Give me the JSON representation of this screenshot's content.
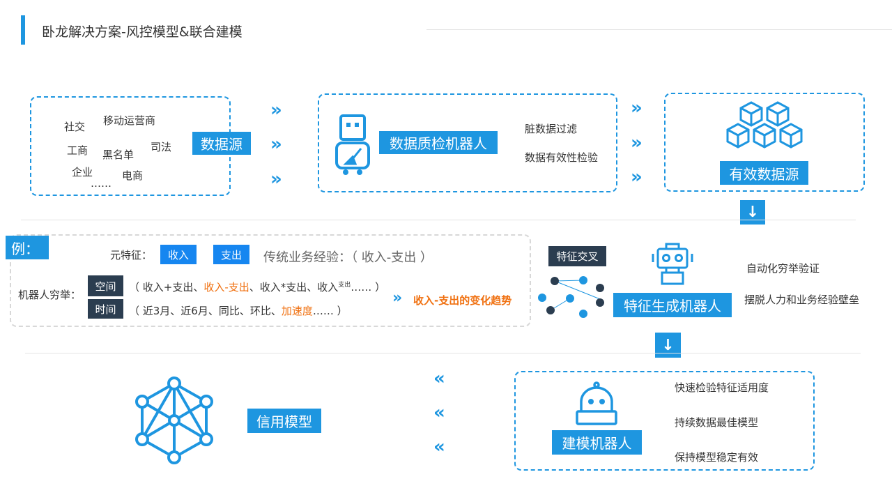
{
  "title": "卧龙解决方案-风控模型&联合建模",
  "sources": {
    "items": [
      "社交",
      "移动运营商",
      "工商",
      "黑名单",
      "司法",
      "企业",
      "电商",
      "……"
    ],
    "label": "数据源"
  },
  "quality": {
    "label": "数据质检机器人",
    "items": [
      "脏数据过滤",
      "数据有效性检验"
    ]
  },
  "valid": {
    "label": "有效数据源"
  },
  "example": {
    "tag": "例：",
    "meta_label": "元特征：",
    "meta_a": "收入",
    "meta_b": "支出",
    "traditional": "传统业务经验：（ 收入-支出 ）",
    "enum_label": "机器人穷举：",
    "space": "空间",
    "space_pre": "（ 收入+支出、",
    "space_hl": "收入-支出",
    "space_post": "、收入*支出、收入",
    "space_sup": "支出",
    "space_end": "……  ）",
    "time": "时间",
    "time_pre": "（ 近3月、近6月、同比、环比、",
    "time_hl": "加速度",
    "time_end": "……  ）",
    "result": "收入-支出的变化趋势"
  },
  "feature": {
    "cross": "特征交叉",
    "label": "特征生成机器人",
    "items": [
      "自动化穷举验证",
      "摆脱人力和业务经验壁垒"
    ]
  },
  "model": {
    "credit": "信用模型",
    "label": "建模机器人",
    "items": [
      "快速检验特征适用度",
      "持续数据最佳模型",
      "保持模型稳定有效"
    ]
  },
  "arrows": {
    "right": "»",
    "left": "«",
    "down": "↓"
  },
  "colors": {
    "accent": "#1e96e0",
    "dark": "#2b3d50",
    "highlight": "#f07010"
  }
}
